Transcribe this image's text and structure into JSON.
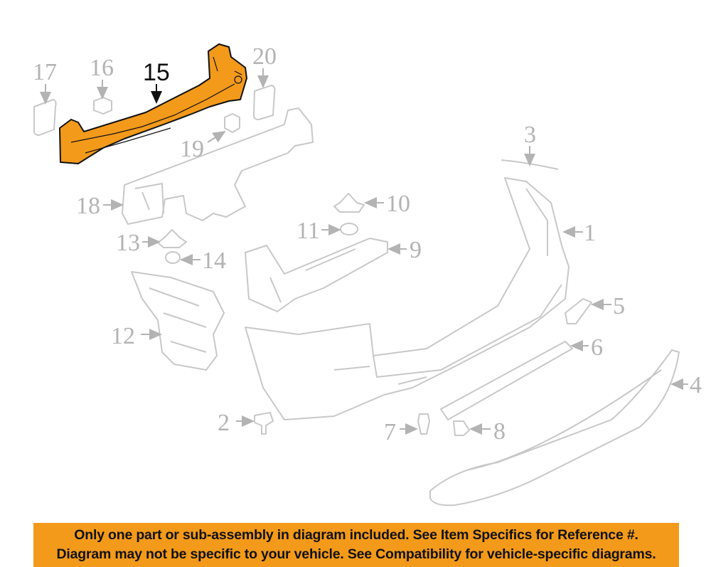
{
  "diagram": {
    "highlight_color": "#f39a1b",
    "highlighted_part": "15",
    "callouts": [
      "1",
      "2",
      "3",
      "4",
      "5",
      "6",
      "7",
      "8",
      "9",
      "10",
      "11",
      "12",
      "13",
      "14",
      "15",
      "16",
      "17",
      "18",
      "19",
      "20"
    ]
  },
  "banner": {
    "line1": "Only one part or sub-assembly in diagram included. See Item Specifics for Reference #.",
    "line2": "Diagram may not be specific to your vehicle. See Compatibility for vehicle-specific diagrams."
  }
}
